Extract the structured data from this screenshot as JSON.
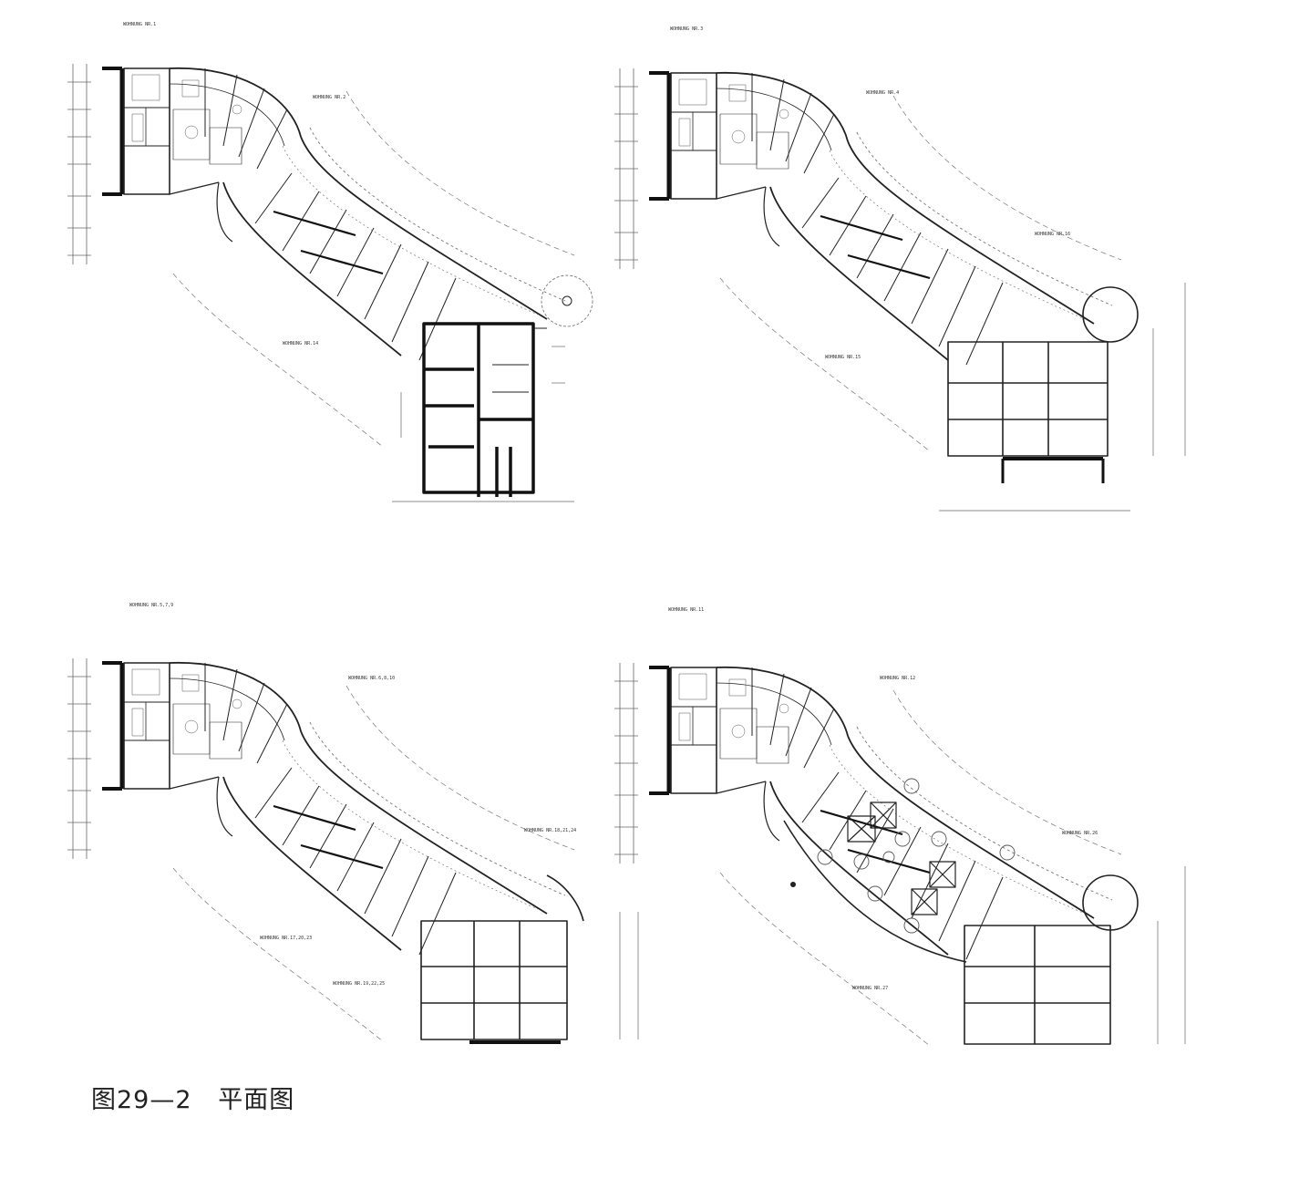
{
  "caption": "图29—2   平面图",
  "plans": [
    {
      "id": "plan-1",
      "labels": [
        "WOHNUNG NR.1",
        "WOHNUNG NR.2",
        "WOHNUNG NR.14"
      ]
    },
    {
      "id": "plan-2",
      "labels": [
        "WOHNUNG NR.3",
        "WOHNUNG NR.4",
        "WOHNUNG NR.15",
        "WOHNUNG NR.16"
      ]
    },
    {
      "id": "plan-3",
      "labels": [
        "WOHNUNG NR.5,7,9",
        "WOHNUNG NR.6,8,10",
        "WOHNUNG NR.18,21,24",
        "WOHNUNG NR.17,20,23",
        "WOHNUNG NR.19,22,25"
      ]
    },
    {
      "id": "plan-4",
      "labels": [
        "WOHNUNG NR.11",
        "WOHNUNG NR.12",
        "WOHNUNG NR.26",
        "WOHNUNG NR.27"
      ]
    }
  ]
}
